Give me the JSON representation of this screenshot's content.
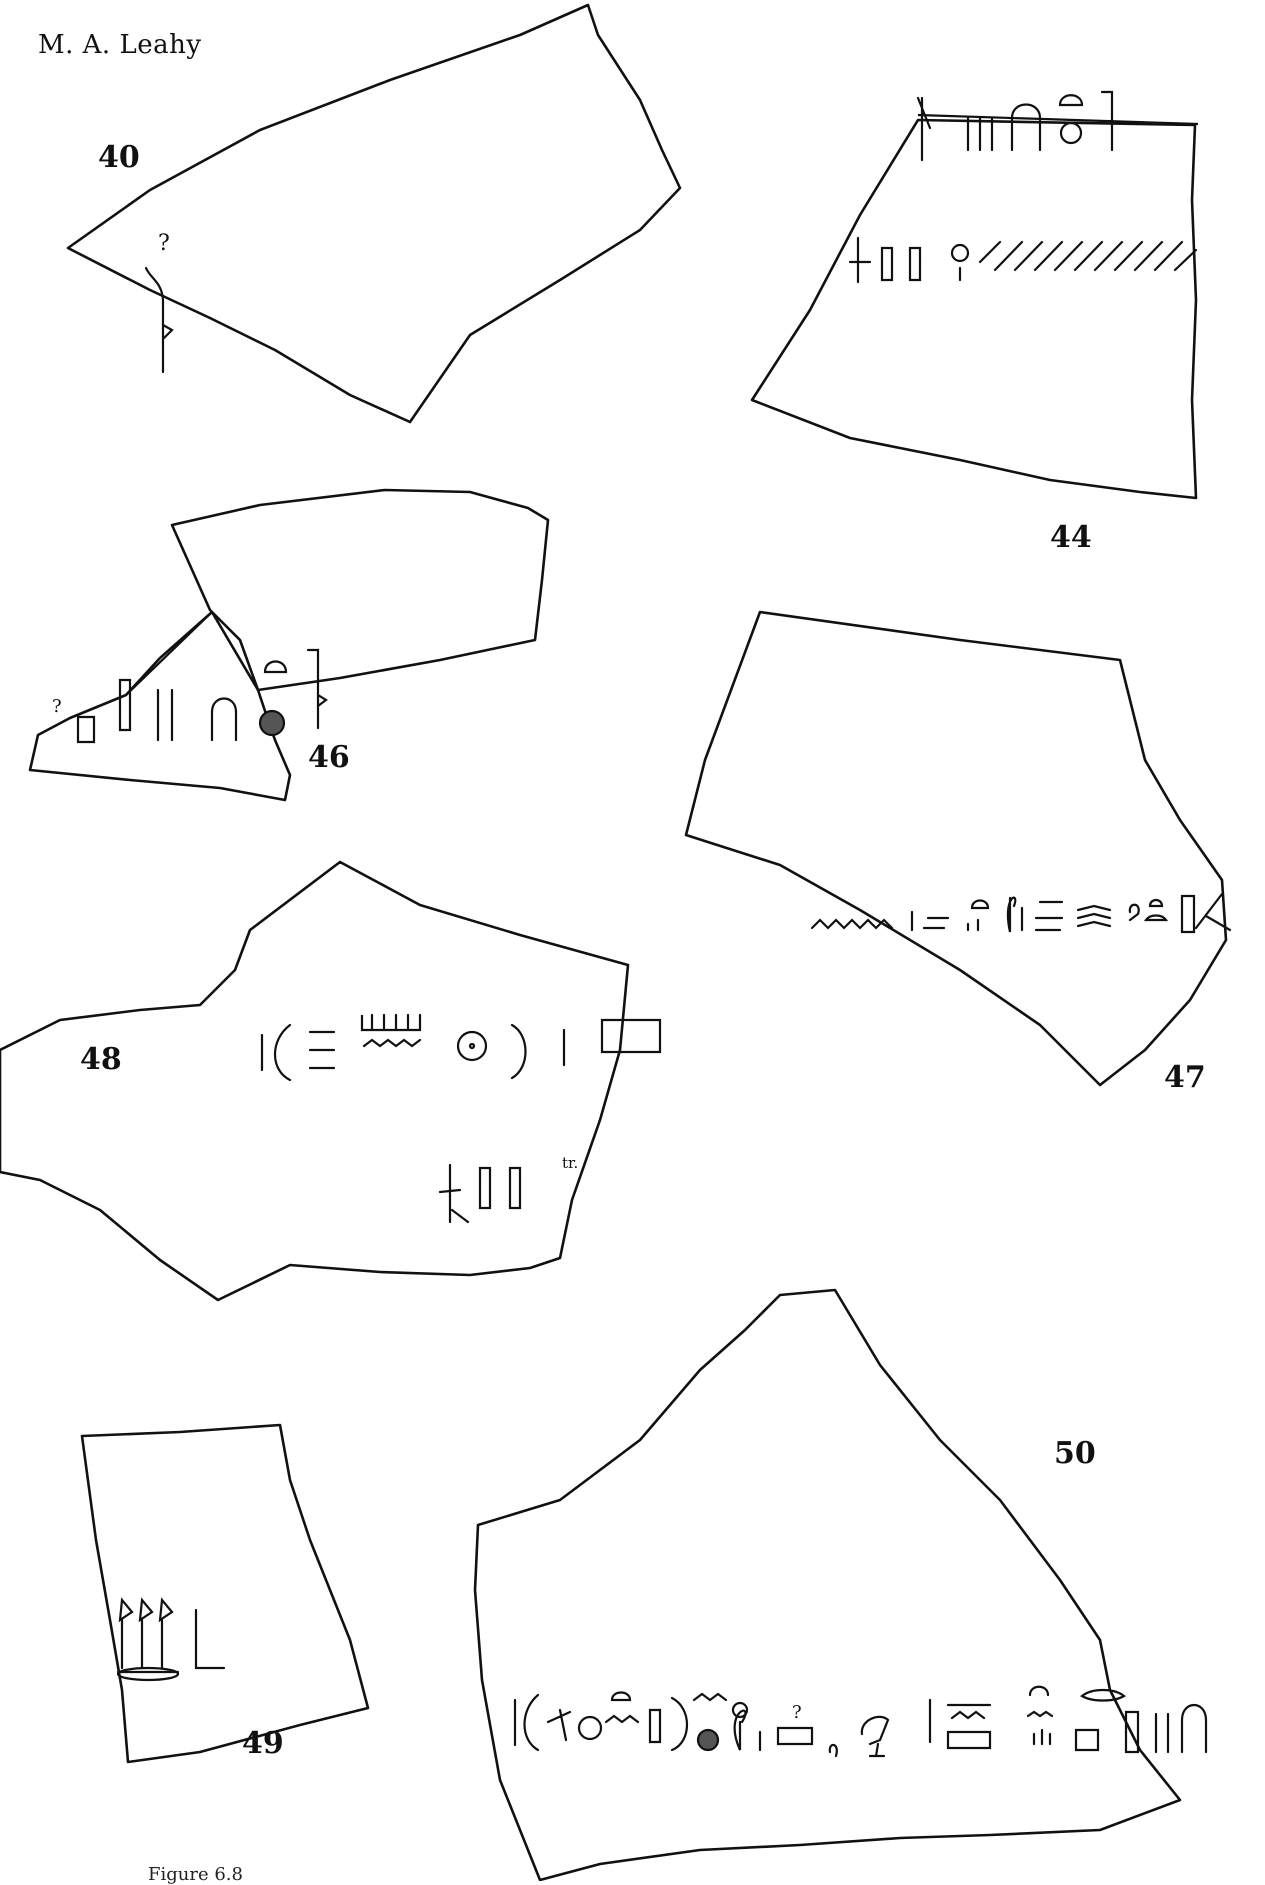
{
  "header": {
    "author": "M. A. Leahy"
  },
  "fragments": [
    {
      "number": "40"
    },
    {
      "number": "44"
    },
    {
      "number": "46"
    },
    {
      "number": "47"
    },
    {
      "number": "48"
    },
    {
      "number": "49"
    },
    {
      "number": "50"
    }
  ],
  "annotations": {
    "uncertain": "?",
    "tr": "tr."
  },
  "footer": {
    "caption": "Figure 6.8"
  }
}
